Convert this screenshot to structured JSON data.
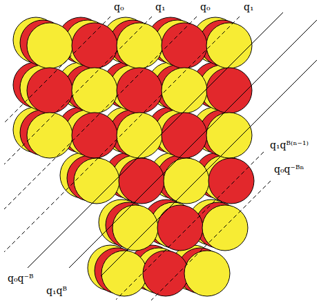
{
  "diagram": {
    "labels": [
      "q₀",
      "q₁",
      "q₀",
      "q₁",
      "q₁qᴮ⁽ⁿ⁻¹⁾",
      "q₀q⁻ᴮⁿ",
      "q₀q⁻ᴮ",
      "q₁qᴮ"
    ]
  }
}
